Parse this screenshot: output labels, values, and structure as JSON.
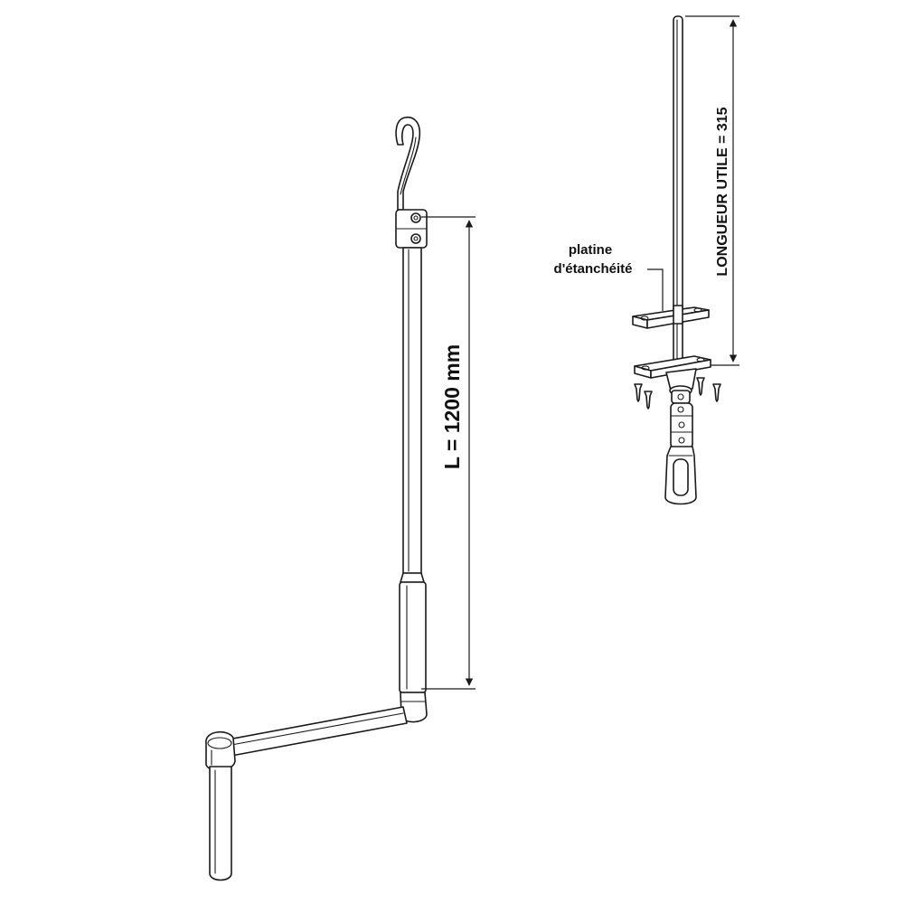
{
  "crank": {
    "length_label": "L = 1200 mm"
  },
  "detail": {
    "plate_label_line1": "platine",
    "plate_label_line2": "d'étanchéité",
    "useful_length_label": "LONGUEUR UTILE = 315"
  },
  "colors": {
    "line": "#1a1a1a",
    "background": "#ffffff"
  }
}
